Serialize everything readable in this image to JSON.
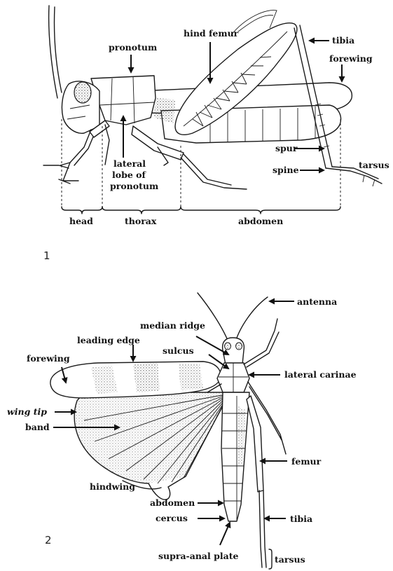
{
  "figure1": {
    "number": "1",
    "labels": {
      "pronotum": "pronotum",
      "hind_femur": "hind femur",
      "tibia": "tibia",
      "forewing": "forewing",
      "lateral_lobe_1": "lateral",
      "lateral_lobe_2": "lobe of",
      "lateral_lobe_3": "pronotum",
      "spur": "spur",
      "spine": "spine",
      "tarsus": "tarsus"
    },
    "regions": {
      "head": "head",
      "thorax": "thorax",
      "abdomen": "abdomen"
    }
  },
  "figure2": {
    "number": "2",
    "labels": {
      "antenna": "antenna",
      "median_ridge": "median ridge",
      "leading_edge": "leading edge",
      "sulcus": "sulcus",
      "lateral_carinae": "lateral carinae",
      "forewing": "forewing",
      "wing_tip": "wing tip",
      "band": "band",
      "femur": "femur",
      "hindwing": "hindwing",
      "abdomen": "abdomen",
      "cercus": "cercus",
      "tibia": "tibia",
      "supra_anal_plate": "supra-anal plate",
      "tarsus": "tarsus"
    }
  },
  "colors": {
    "ink": "#111111",
    "background": "#ffffff",
    "stipple": "#555555"
  }
}
